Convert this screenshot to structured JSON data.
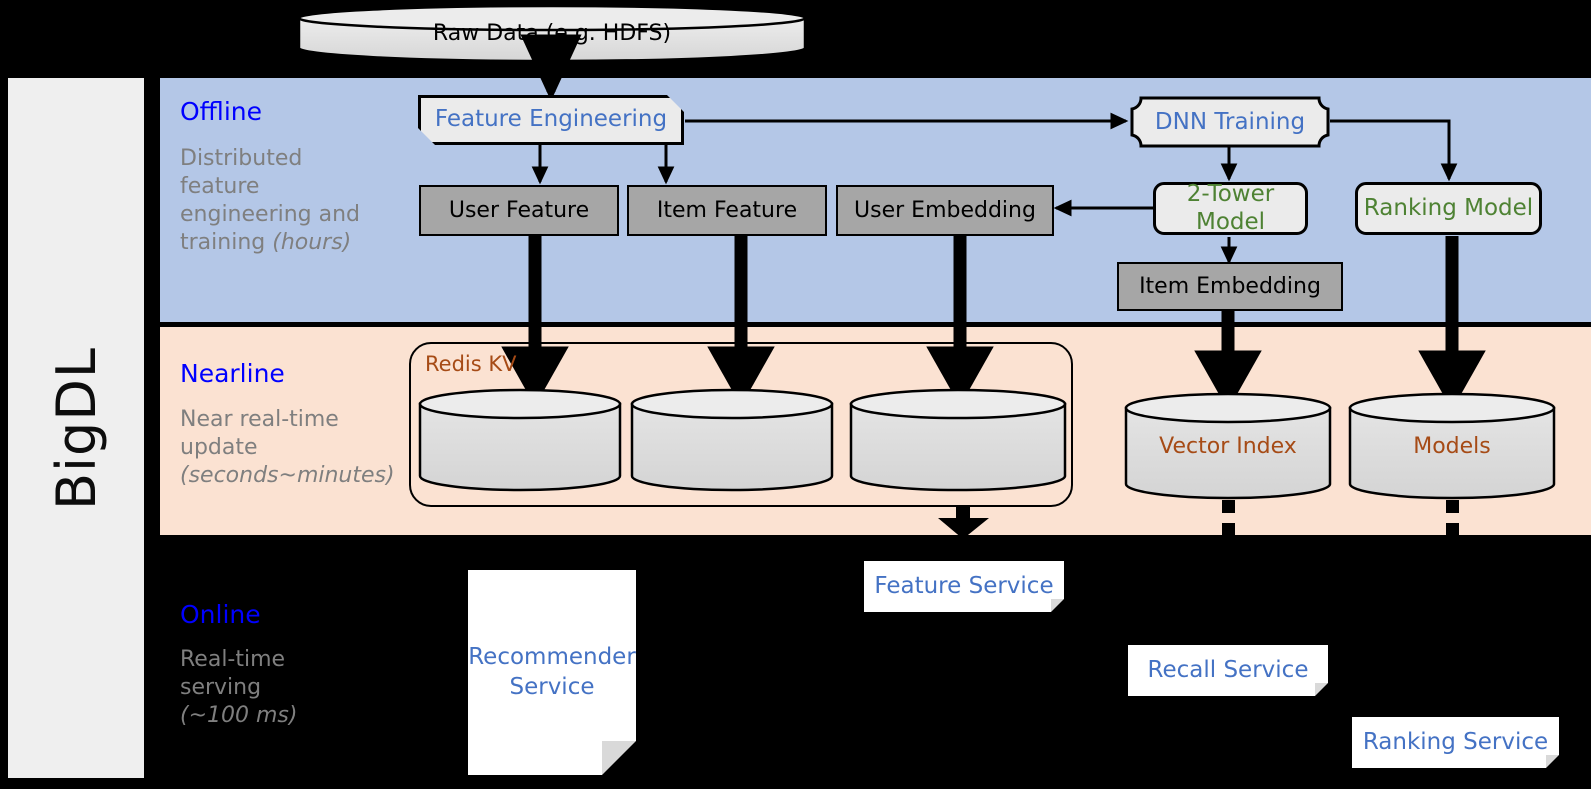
{
  "diagram": {
    "framework_label": "BigDL",
    "source": {
      "label": "Raw Data (e.g. HDFS)"
    },
    "stages": [
      {
        "id": "offline",
        "title": "Offline",
        "description_line1": "Distributed",
        "description_line2": "feature",
        "description_line3": "engineering and",
        "description_line4": "training ",
        "description_italic": "(hours)",
        "band_color": "#b4c7e7"
      },
      {
        "id": "nearline",
        "title": "Nearline",
        "description_line1": "Near real-time",
        "description_line2": "update",
        "description_italic": "(seconds~minutes)",
        "band_color": "#fbe2d2"
      },
      {
        "id": "online",
        "title": "Online",
        "description_line1": "Real-time",
        "description_line2": "serving",
        "description_italic": "(~100 ms)",
        "band_color": "#000000"
      }
    ],
    "offline_nodes": {
      "feature_engineering": {
        "label": "Feature Engineering",
        "text_color": "#4472c4"
      },
      "dnn_training": {
        "label": "DNN Training",
        "text_color": "#4472c4"
      },
      "user_feature": {
        "label": "User Feature"
      },
      "item_feature": {
        "label": "Item Feature"
      },
      "user_embedding": {
        "label": "User Embedding"
      },
      "two_tower_model": {
        "label": "2-Tower Model",
        "text_color": "#4e8233"
      },
      "ranking_model": {
        "label": "Ranking Model",
        "text_color": "#4e8233"
      },
      "item_embedding": {
        "label": "Item Embedding"
      }
    },
    "nearline_nodes": {
      "redis_kv": {
        "label": "Redis KV",
        "text_color": "#a64b16"
      },
      "store_user_feature": {
        "label": ""
      },
      "store_item_feature": {
        "label": ""
      },
      "store_user_embedding": {
        "label": ""
      },
      "vector_index": {
        "label": "Vector Index",
        "text_color": "#a64b16"
      },
      "models": {
        "label": "Models",
        "text_color": "#a64b16"
      }
    },
    "online_nodes": {
      "recommender_service": {
        "label": "Recommender Service",
        "line1": "Recommender",
        "line2": "Service"
      },
      "feature_service": {
        "label": "Feature Service"
      },
      "recall_service": {
        "label": "Recall Service"
      },
      "ranking_service": {
        "label": "Ranking Service"
      }
    },
    "colors": {
      "offline_band": "#b4c7e7",
      "nearline_band": "#fbe2d2",
      "online_band": "#000000",
      "stage_title": "#0000ff",
      "stage_desc": "#7f7f7f",
      "gray_node": "#a6a6a6",
      "proc_node": "#ebebeb",
      "blue_text": "#4472c4",
      "green_text": "#4e8233",
      "brown_text": "#a64b16",
      "panel": "#efefef"
    }
  }
}
